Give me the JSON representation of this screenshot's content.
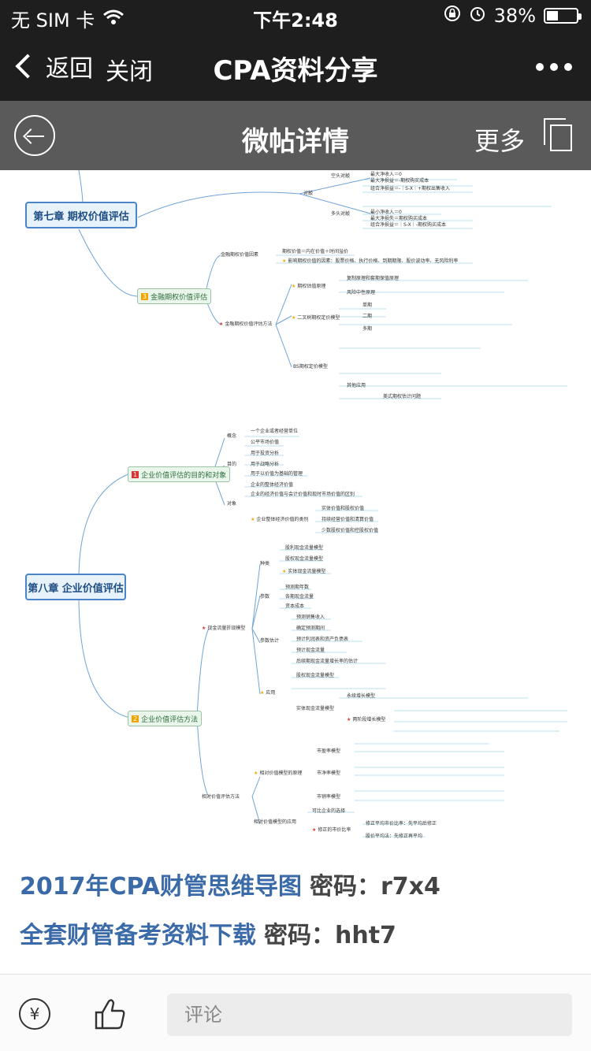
{
  "status": {
    "carrier": "无 SIM 卡",
    "time": "下午2:48",
    "battery": "38%",
    "battery_level": 0.38
  },
  "nav": {
    "back_label": "返回",
    "close_label": "关闭",
    "title": "CPA资料分享"
  },
  "subnav": {
    "title": "微帖详情",
    "more_label": "更多"
  },
  "mindmap": {
    "chapter7": "第七章 期权价值评估",
    "topic7_1": "金融期权价值评估",
    "chapter8": "第八章 企业价值评估",
    "topic8_1": "企业价值评估的目的和对象",
    "topic8_2": "企业价值评估方法",
    "nodes7": [
      "空头对敲",
      "最大净收入＝0",
      "最大净损益＝-期权购买成本",
      "组合净损益＝-｜S-X｜+期权出售收入",
      "对敲",
      "多头对敲",
      "最小净收入＝0",
      "最大净损失＝期权购买成本",
      "组合净损益＝｜S-X｜-期权购买成本",
      "金融期权价值因素",
      "期权价值＝内在价值＋时间溢价",
      "影响期权价值的因素：股票价格、执行价格、到期期限、股价波动率、无风险利率",
      "金融期权价值评估方法",
      "期权估值原理",
      "复制原理和套期保值原理",
      "风险中性原理",
      "二叉树期权定价模型",
      "单期",
      "二期",
      "多期",
      "BS期权定价模型",
      "其他应用",
      "美式期权估计问题"
    ],
    "nodes8": [
      "概念",
      "一个企业或者经营单位",
      "公平市场价值",
      "目的",
      "用于投资分析",
      "用于战略分析",
      "用于以价值为基础的管理",
      "对象",
      "企业的整体经济价值",
      "企业的经济价值与会计价值和现时市场价值的区别",
      "企业整体经济价值的类别",
      "实体价值和股权价值",
      "持续经营价值和清算价值",
      "少数股权价值和控股权价值",
      "种类",
      "股利现金流量模型",
      "股权现金流量模型",
      "实体现金流量模型",
      "参数",
      "预测期年数",
      "各期现金流量",
      "资本成本",
      "现金流量折现模型",
      "参数估计",
      "预测销售收入",
      "确定预测期间",
      "预计利润表和资产负债表",
      "预计现金流量",
      "后续期现金流量增长率的估计",
      "应用",
      "股权现金流量模型",
      "实体现金流量模型",
      "永续增长模型",
      "两阶段增长模型",
      "相对价值评估方法",
      "相对价值模型的原理",
      "市盈率模型",
      "市净率模型",
      "市销率模型",
      "相对价值模型的应用",
      "可比企业的选择",
      "修正的市价比率",
      "修正平均市价比率：先平均后修正",
      "股价平均法：先修正再平均"
    ]
  },
  "links": [
    {
      "text": "2017年CPA财管思维导图",
      "password": "密码：r7x4"
    },
    {
      "text": "全套财管备考资料下载",
      "password": "密码：hht7"
    }
  ],
  "bottom": {
    "reward_icon": "yen-icon",
    "like_icon": "thumbs-up-icon",
    "comment_placeholder": "评论"
  }
}
